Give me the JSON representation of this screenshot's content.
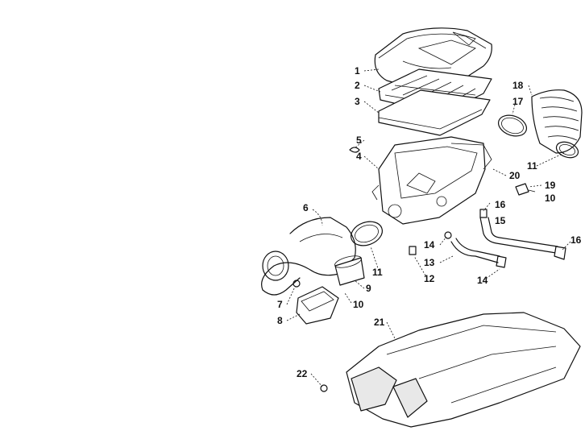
{
  "labels": {
    "p1": "1",
    "p2": "2",
    "p3": "3",
    "p4": "4",
    "p5": "5",
    "p6": "6",
    "p7": "7",
    "p8": "8",
    "p9": "9",
    "p10a": "10",
    "p10b": "10",
    "p11a": "11",
    "p11b": "11",
    "p12": "12",
    "p13": "13",
    "p14a": "14",
    "p14b": "14",
    "p15": "15",
    "p16a": "16",
    "p16b": "16",
    "p17": "17",
    "p18": "18",
    "p19": "19",
    "p20": "20",
    "p21": "21",
    "p22": "22"
  }
}
